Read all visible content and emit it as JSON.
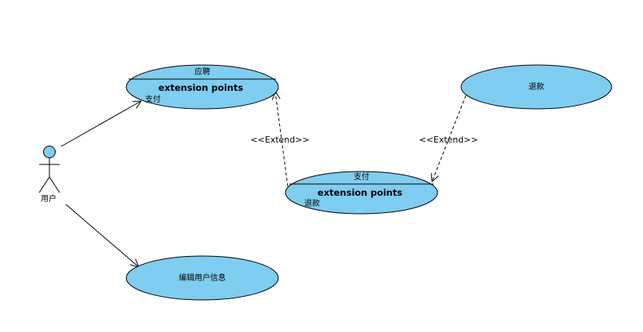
{
  "colors": {
    "use_case_fill": "#7fcdf0",
    "line": "#000000",
    "background": "#ffffff"
  },
  "actor": {
    "label": "用户",
    "icon": "stick-figure-actor-icon"
  },
  "use_cases": {
    "apply": {
      "title": "应聘",
      "extension_heading": "extension points",
      "extension_point": "支付"
    },
    "pay": {
      "title": "支付",
      "extension_heading": "extension points",
      "extension_point": "退款"
    },
    "refund": {
      "title": "退款"
    },
    "edit_info": {
      "title": "编辑用户信息"
    }
  },
  "relationships": {
    "extend_left": "<<Extend>>",
    "extend_right": "<<Extend>>"
  }
}
